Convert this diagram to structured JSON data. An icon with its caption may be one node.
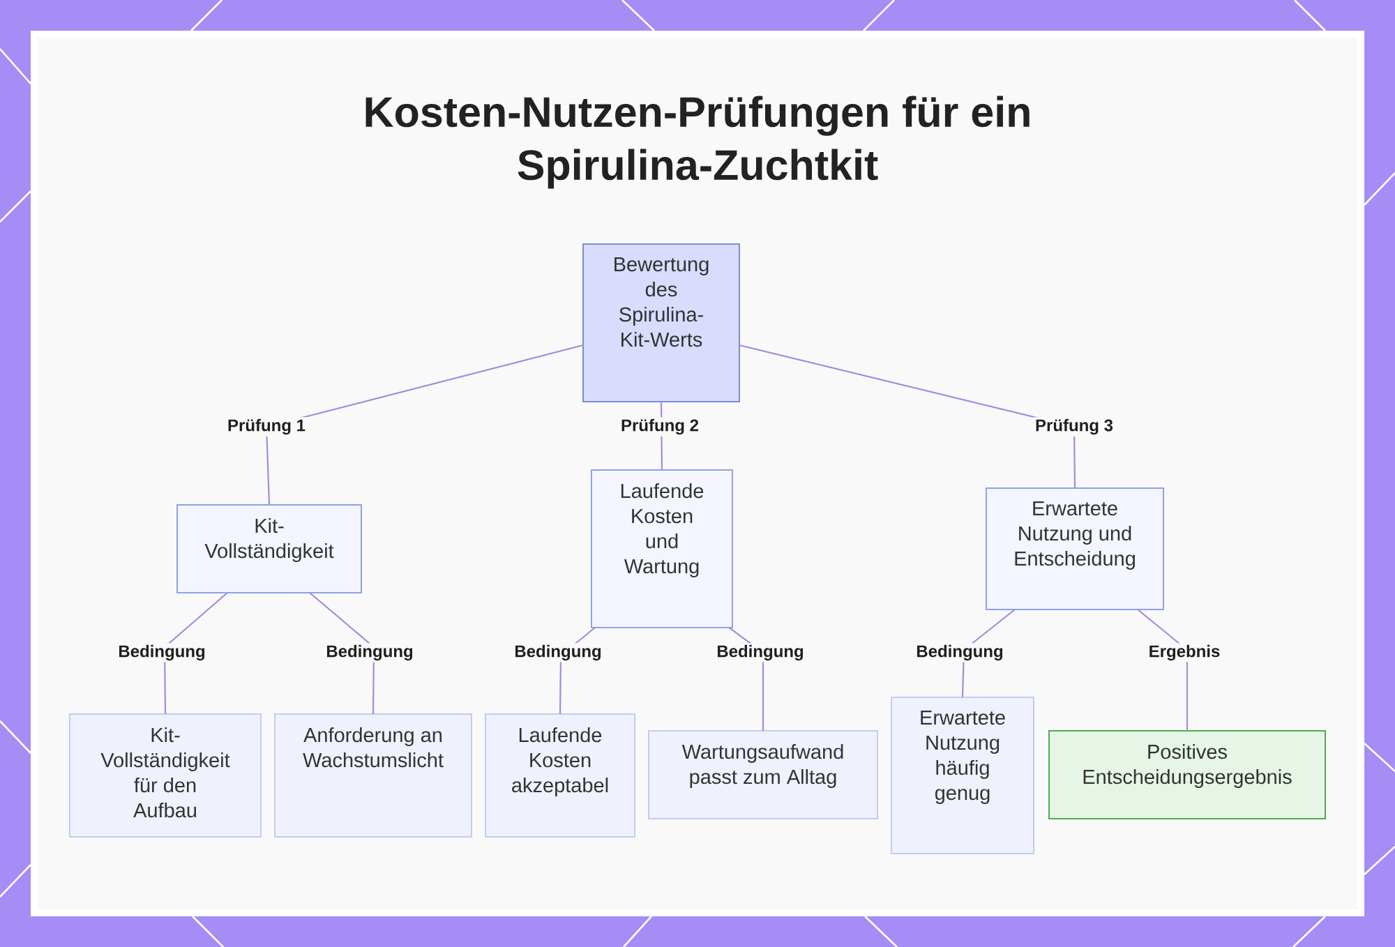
{
  "diagram": {
    "title": "Kosten-Nutzen-Prüfungen für ein Spirulina-Zuchtkit",
    "nodes": [
      {
        "text": [
          "Bewertung des Spirulina-Kit-Werts"
        ]
      },
      {
        "text": [
          "Kit-Vollständigkeit"
        ]
      },
      {
        "text": [
          "Laufende Kosten und Wartung"
        ]
      },
      {
        "text": [
          "Erwartete Nutzung und Entscheidung"
        ]
      },
      {
        "text": [
          "Kit-Vollständigkeit für den Aufbau"
        ]
      },
      {
        "text": [
          "Anforderung an Wachstumslicht"
        ]
      },
      {
        "text": [
          "Laufende Kosten akzeptabel"
        ]
      },
      {
        "text": [
          "Wartungsaufwand passt zum Alltag"
        ]
      },
      {
        "text": [
          "Erwartete Nutzung häufig genug"
        ]
      },
      {
        "text": [
          "Positives Entscheidungsergebnis"
        ]
      }
    ],
    "edges": [
      {
        "from": 0,
        "to": 1,
        "arrow": "none",
        "label": "Prüfung 1"
      },
      {
        "from": 0,
        "to": 2,
        "arrow": "none",
        "label": "Prüfung 2"
      },
      {
        "from": 0,
        "to": 3,
        "arrow": "none",
        "label": "Prüfung 3"
      },
      {
        "from": 1,
        "to": 4,
        "arrow": "none",
        "label": "Bedingung"
      },
      {
        "from": 1,
        "to": 5,
        "arrow": "none",
        "label": "Bedingung"
      },
      {
        "from": 2,
        "to": 6,
        "arrow": "none",
        "label": "Bedingung"
      },
      {
        "from": 2,
        "to": 7,
        "arrow": "none",
        "label": "Bedingung"
      },
      {
        "from": 3,
        "to": 8,
        "arrow": "none",
        "label": "Bedingung"
      },
      {
        "from": 3,
        "to": 9,
        "arrow": "none",
        "label": "Ergebnis"
      }
    ]
  }
}
